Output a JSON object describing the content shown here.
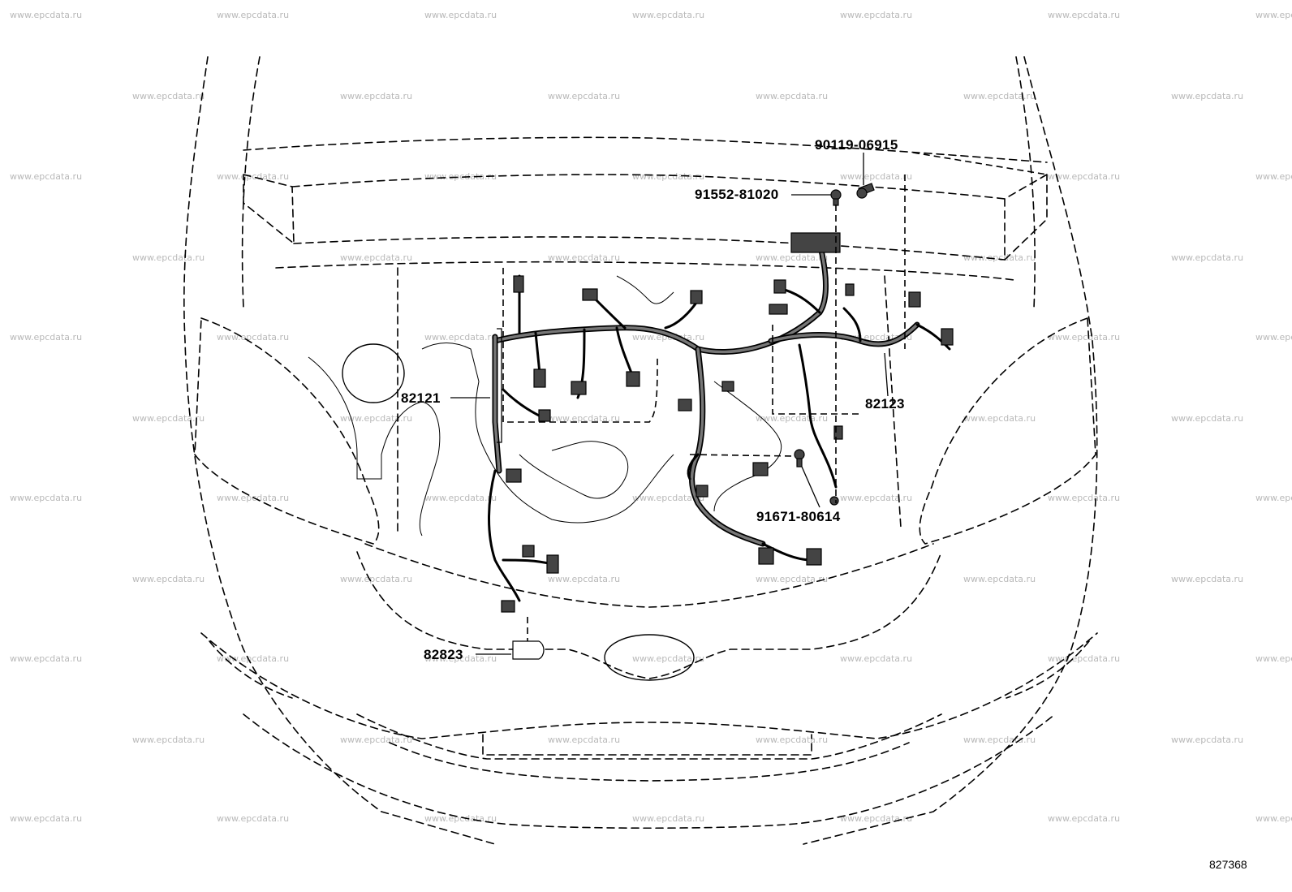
{
  "watermark_text": "www.epcdata.ru",
  "figure_number": "827368",
  "parts": [
    {
      "id": "bolt-90119",
      "label": "90119-06915"
    },
    {
      "id": "bolt-91552",
      "label": "91552-81020"
    },
    {
      "id": "harness-82121",
      "label": "82121"
    },
    {
      "id": "harness-82123",
      "label": "82123"
    },
    {
      "id": "bolt-91671",
      "label": "91671-80614"
    },
    {
      "id": "block-82823",
      "label": "82823"
    }
  ]
}
